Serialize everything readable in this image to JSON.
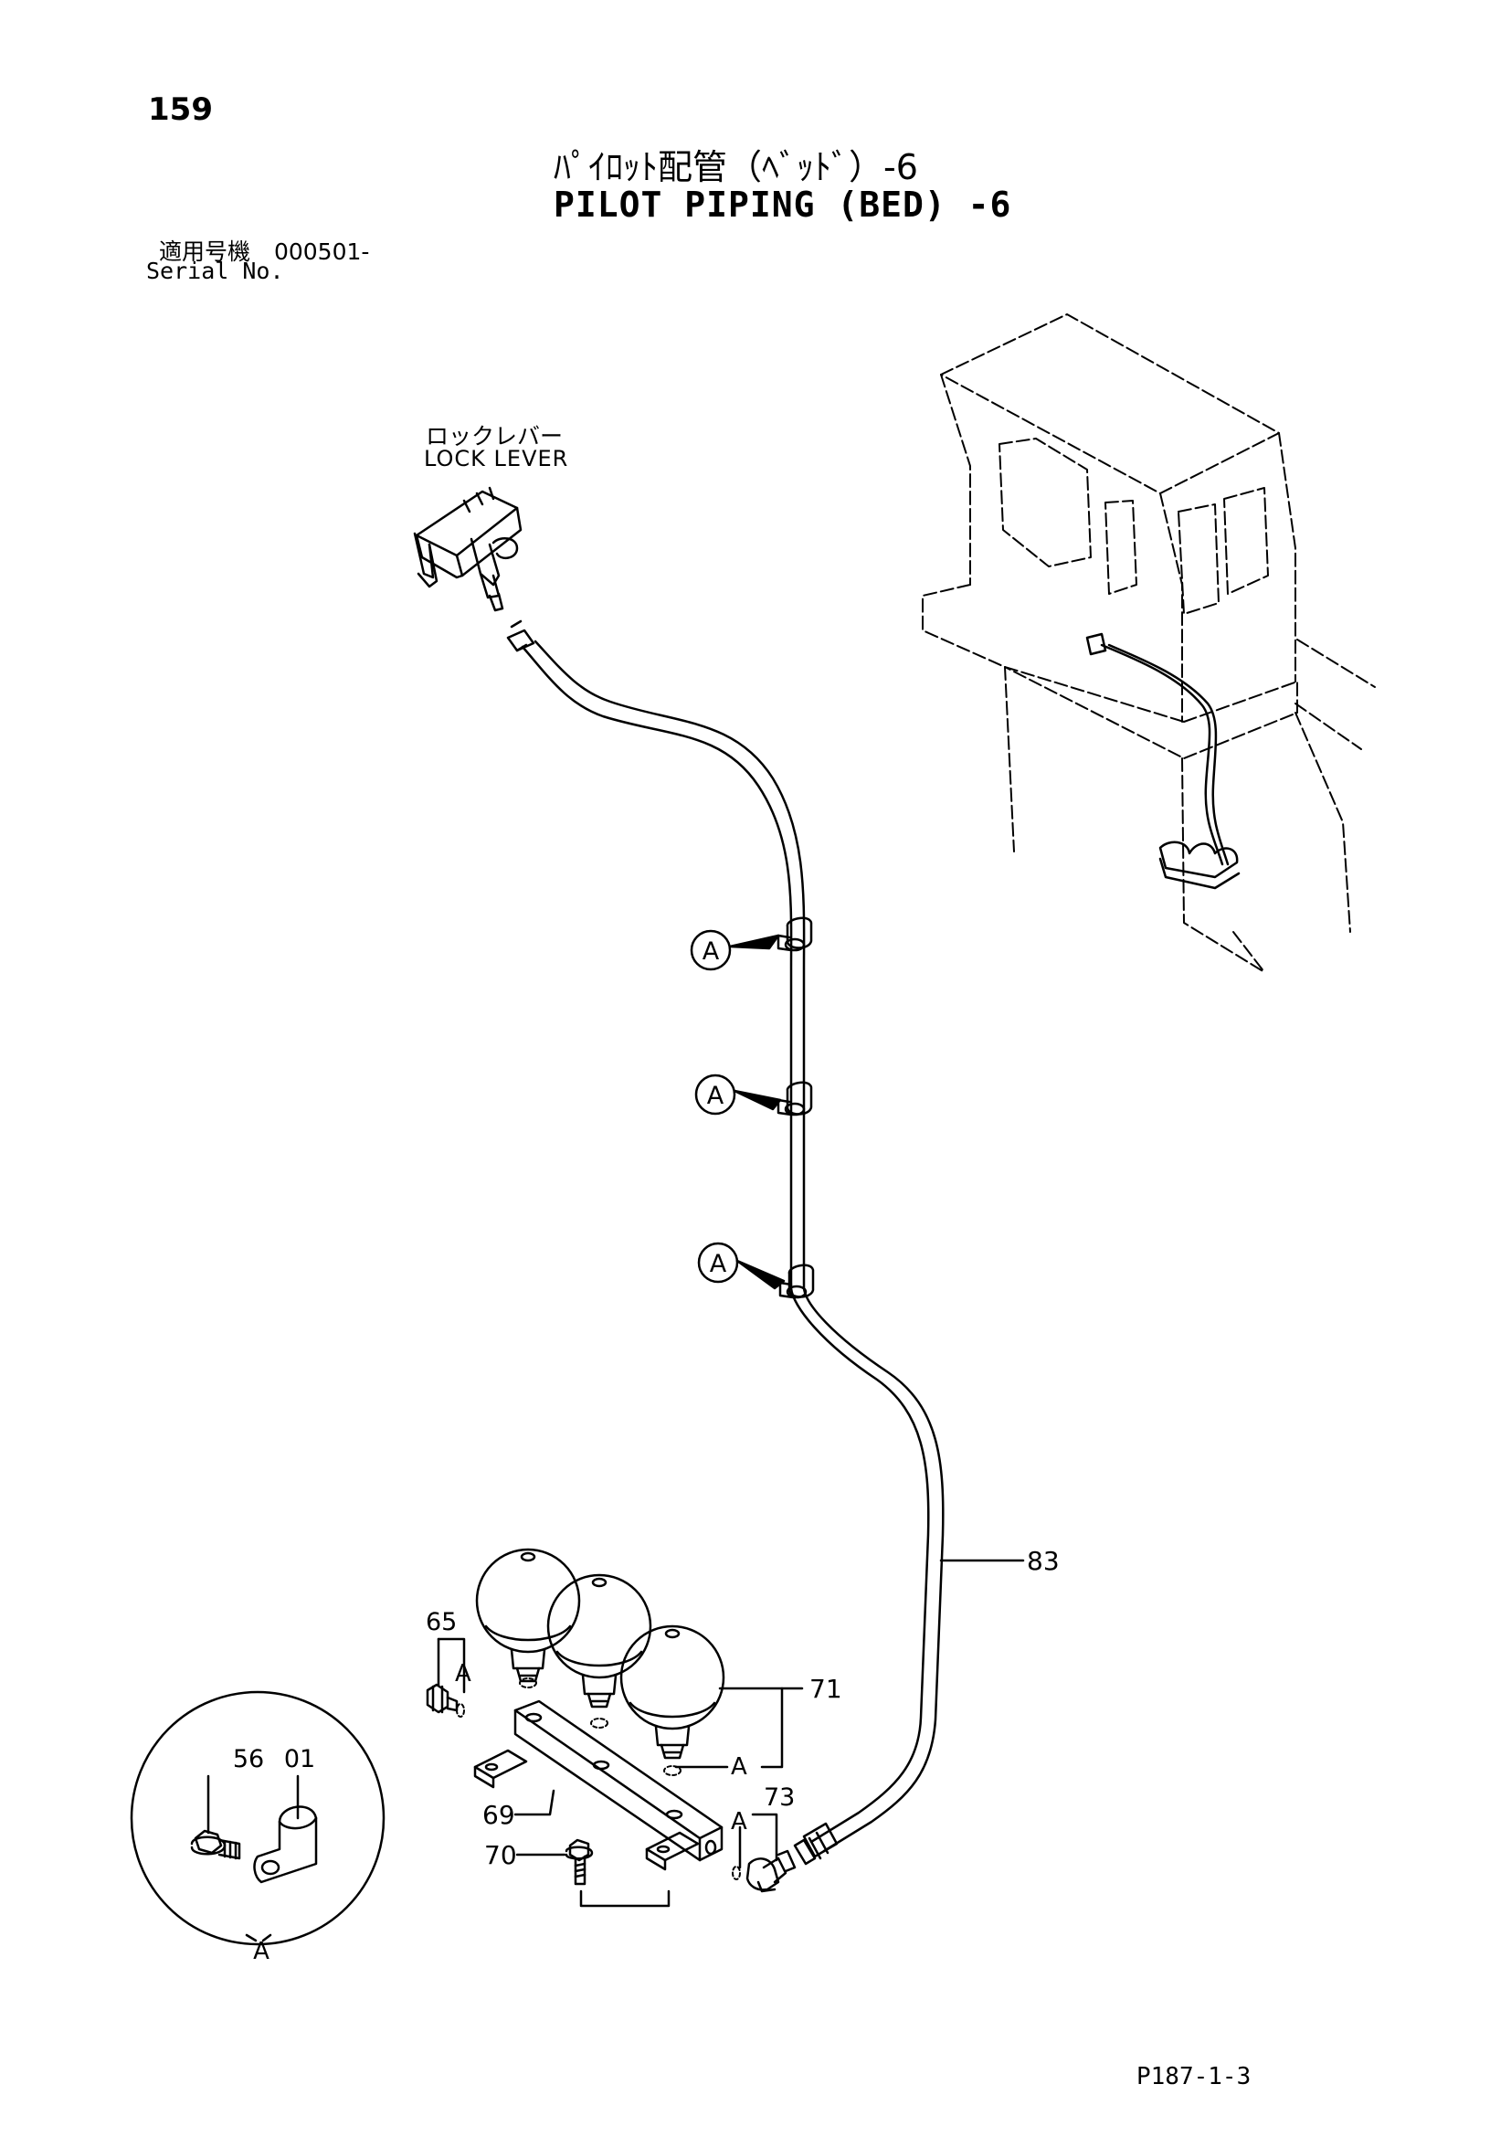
{
  "header": {
    "page_number": "159",
    "title_jp": "ﾊﾟｲﾛｯﾄ配管（ﾍﾞｯﾄﾞ）-6",
    "title_en": "PILOT PIPING (BED) -6",
    "serial_label_jp": "適用号機",
    "serial_value": "000501-",
    "serial_label_en": "Serial No."
  },
  "labels": {
    "lock_lever_jp": "ロックレバー",
    "lock_lever_en": "LOCK LEVER"
  },
  "callouts": {
    "clamp_ref": "A",
    "hose": "83",
    "accumulator": "71",
    "plug": "65",
    "block": "69",
    "bolt": "70",
    "elbow": "73",
    "detail_bolt": "56",
    "detail_clamp": "01"
  },
  "footer": {
    "drawing_ref": "P187-1-3"
  }
}
